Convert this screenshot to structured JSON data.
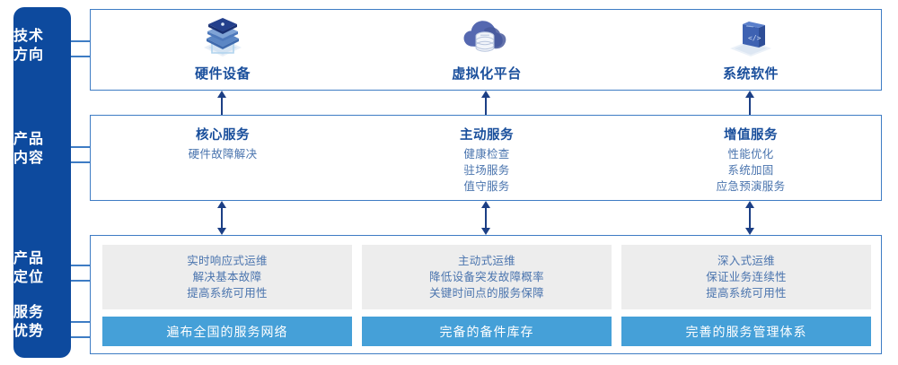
{
  "sidebar": {
    "color": "#0D4A9E",
    "labels": [
      {
        "name": "tech-direction",
        "line1": "技术",
        "line2": "方向"
      },
      {
        "name": "product-content",
        "line1": "产品",
        "line2": "内容"
      },
      {
        "name": "product-positioning",
        "line1": "产品",
        "line2": "定位"
      },
      {
        "name": "service-advantage",
        "line1": "服务",
        "line2": "优势"
      }
    ]
  },
  "tech_row": {
    "items": [
      {
        "icon": "server-stack-icon",
        "label": "硬件设备"
      },
      {
        "icon": "cloud-database-icon",
        "label": "虚拟化平台"
      },
      {
        "icon": "laptop-code-icon",
        "label": "系统软件"
      }
    ]
  },
  "product_row": {
    "items": [
      {
        "title": "核心服务",
        "lines": [
          "硬件故障解决"
        ]
      },
      {
        "title": "主动服务",
        "lines": [
          "健康检查",
          "驻场服务",
          "值守服务"
        ]
      },
      {
        "title": "增值服务",
        "lines": [
          "性能优化",
          "系统加固",
          "应急预演服务"
        ]
      }
    ]
  },
  "bottom_row": {
    "columns": [
      {
        "positioning": [
          "实时响应式运维",
          "解决基本故障",
          "提高系统可用性"
        ],
        "advantage": "遍布全国的服务网络"
      },
      {
        "positioning": [
          "主动式运维",
          "降低设备突发故障概率",
          "关键时间点的服务保障"
        ],
        "advantage": "完备的备件库存"
      },
      {
        "positioning": [
          "深入式运维",
          "保证业务连续性",
          "提高系统可用性"
        ],
        "advantage": "完善的服务管理体系"
      }
    ]
  },
  "colors": {
    "sidebar_blue": "#0D4A9E",
    "border_blue": "#3E7CC4",
    "title_blue": "#1A4F9C",
    "body_blue": "#4A74AE",
    "bar_blue": "#45A0D8",
    "card_gray": "#EDEDED",
    "arrow_navy": "#1C3F85"
  }
}
